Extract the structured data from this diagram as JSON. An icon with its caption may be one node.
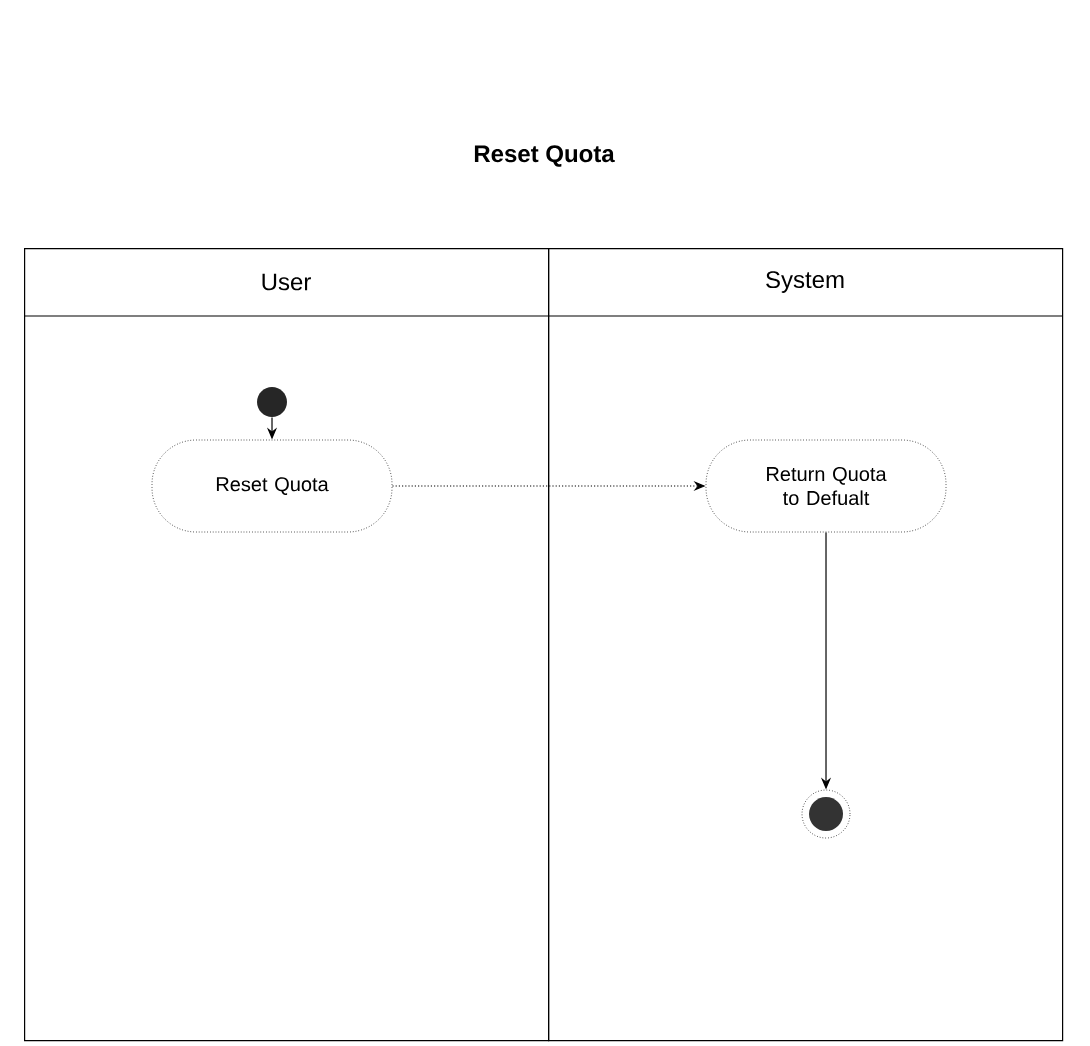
{
  "diagram": {
    "title": "Reset Quota",
    "nodes": [
      {
        "text": [
          "User"
        ]
      },
      {
        "text": [
          "System"
        ]
      },
      {
        "text": [],
        "shape": "circle",
        "in": 0
      },
      {
        "text": [
          "Reset Quota"
        ],
        "in": 0
      },
      {
        "text": [
          "Return Quota to Defualt"
        ],
        "in": 1
      },
      {
        "text": [],
        "shape": "circle",
        "in": 1
      }
    ],
    "edges": [
      {
        "from": 2,
        "to": 3,
        "arrow": "to"
      },
      {
        "from": 3,
        "to": 4,
        "arrow": "to",
        "style": "dashed"
      },
      {
        "from": 4,
        "to": 5,
        "arrow": "to"
      }
    ]
  }
}
